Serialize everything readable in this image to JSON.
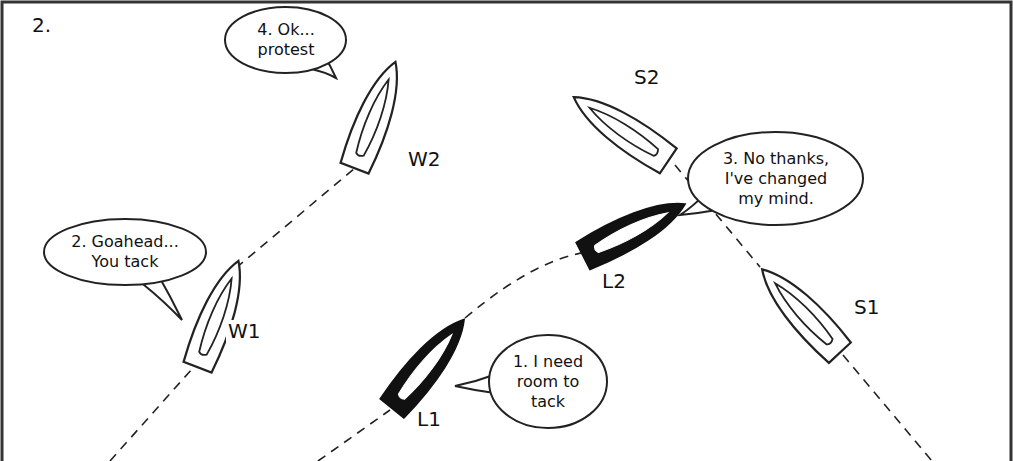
{
  "diagram": {
    "nodes": [
      {
        "text": [
          "4. Ok... protest"
        ]
      },
      {
        "text": [
          "2. Goahead... You tack"
        ]
      },
      {
        "text": [
          "3. No thanks, I've changed my mind."
        ]
      },
      {
        "text": [
          "1. I need room to tack"
        ]
      }
    ],
    "labels": [
      "2.",
      "S2",
      "W2",
      "W1",
      "L2",
      "S1",
      "L1"
    ]
  }
}
